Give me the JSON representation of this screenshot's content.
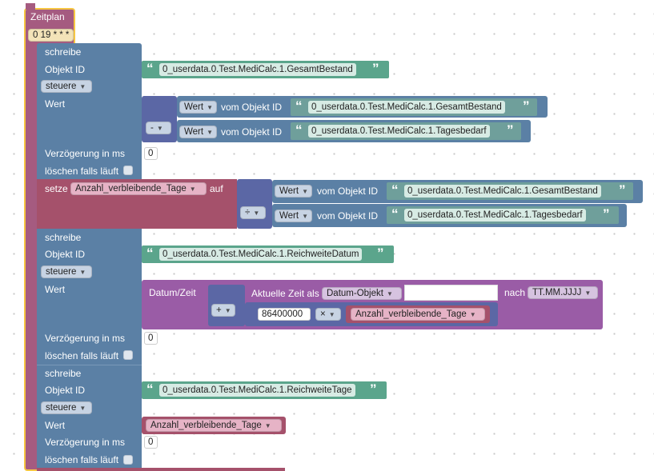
{
  "colors": {
    "event": "#a55b80",
    "blue": "#5b80a5",
    "pink": "#a5516b",
    "purple": "#9a5ca6",
    "math": "#5b67a5",
    "string": "#5ba58c",
    "string_get": "#6f9f9b"
  },
  "schedule": {
    "title": "Zeitplan",
    "cron": "0 19 * * *"
  },
  "block1": {
    "title": "schreibe",
    "label_oid": "Objekt ID",
    "oid": "0_userdata.0.Test.MediCalc.1.GesamtBestand",
    "mode": "steuere",
    "label_value": "Wert",
    "op": "-",
    "get1_type": "Wert",
    "get1_label": "vom Objekt ID",
    "get1_oid": "0_userdata.0.Test.MediCalc.1.GesamtBestand",
    "get2_type": "Wert",
    "get2_label": "vom Objekt ID",
    "get2_oid": "0_userdata.0.Test.MediCalc.1.Tagesbedarf",
    "label_delay": "Verzögerung in ms",
    "delay": "0",
    "label_clear": "löschen falls läuft"
  },
  "setvar": {
    "label": "setze",
    "var": "Anzahl_verbleibende_Tage",
    "to": "auf",
    "op": "÷",
    "get1_type": "Wert",
    "get1_label": "vom Objekt ID",
    "get1_oid": "0_userdata.0.Test.MediCalc.1.GesamtBestand",
    "get2_type": "Wert",
    "get2_label": "vom Objekt ID",
    "get2_oid": "0_userdata.0.Test.MediCalc.1.Tagesbedarf"
  },
  "block2": {
    "title": "schreibe",
    "label_oid": "Objekt ID",
    "oid": "0_userdata.0.Test.MediCalc.1.ReichweiteDatum",
    "mode": "steuere",
    "label_value": "Wert",
    "date_label": "Datum/Zeit",
    "op": "+",
    "now_label": "Aktuelle Zeit als",
    "now_type": "Datum-Objekt",
    "factor": "86400000",
    "mul": "×",
    "mul_var": "Anzahl_verbleibende_Tage",
    "format_label": "nach",
    "format": "TT.MM.JJJJ",
    "label_delay": "Verzögerung in ms",
    "delay": "0",
    "label_clear": "löschen falls läuft"
  },
  "block3": {
    "title": "schreibe",
    "label_oid": "Objekt ID",
    "oid": "0_userdata.0.Test.MediCalc.1.ReichweiteTage",
    "mode": "steuere",
    "label_value": "Wert",
    "var": "Anzahl_verbleibende_Tage",
    "label_delay": "Verzögerung in ms",
    "delay": "0",
    "label_clear": "löschen falls läuft"
  }
}
